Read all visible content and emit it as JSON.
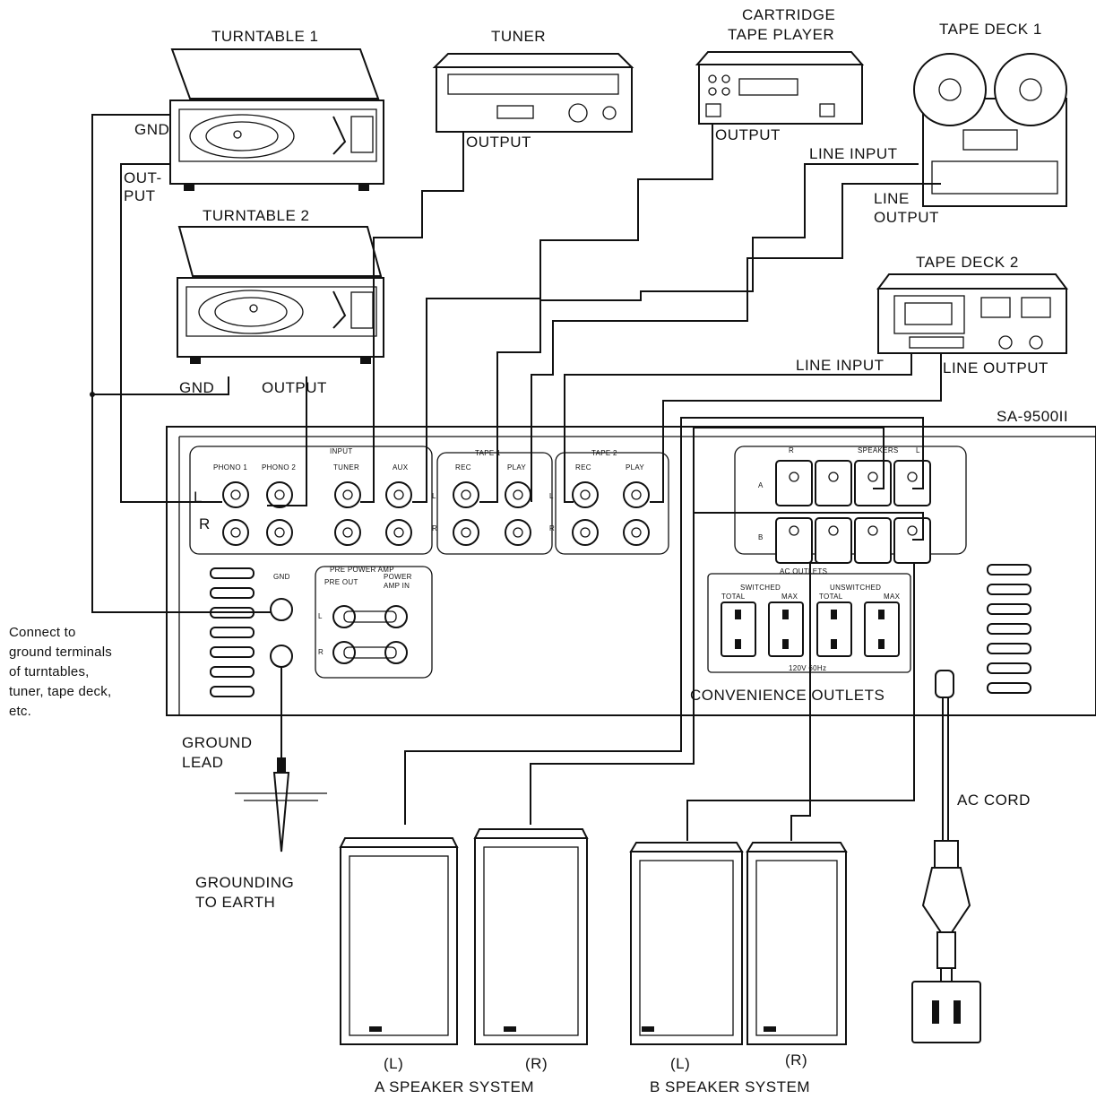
{
  "labels": {
    "turntable1": "TURNTABLE 1",
    "turntable2": "TURNTABLE 2",
    "tuner": "TUNER",
    "cartridge_line1": "CARTRIDGE",
    "cartridge_line2": "TAPE PLAYER",
    "tapedeck1": "TAPE DECK 1",
    "tapedeck2": "TAPE DECK 2",
    "gnd_tt1": "GND",
    "output_tt1_line1": "OUT-",
    "output_tt1_line2": "PUT",
    "gnd_tt2": "GND",
    "output_tt2": "OUTPUT",
    "output_tuner": "OUTPUT",
    "output_cartridge": "OUTPUT",
    "line_input_td1": "LINE INPUT",
    "line_output_td1_line1": "LINE",
    "line_output_td1_line2": "OUTPUT",
    "line_input_td2": "LINE INPUT",
    "line_output_td2": "LINE OUTPUT",
    "model": "SA-9500II",
    "convenience_outlets": "CONVENIENCE OUTLETS",
    "ground_lead_line1": "GROUND",
    "ground_lead_line2": "LEAD",
    "grounding_line1": "GROUNDING",
    "grounding_line2": "TO EARTH",
    "ac_cord": "AC CORD",
    "note_lines": [
      "Connect to",
      "ground terminals",
      "of turntables,",
      "tuner, tape deck,",
      "etc."
    ],
    "speaker_l_a": "(L)",
    "speaker_r_a": "(R)",
    "speaker_l_b": "(L)",
    "speaker_r_b": "(R)",
    "a_speaker_system": "A SPEAKER SYSTEM",
    "b_speaker_system": "B SPEAKER SYSTEM"
  },
  "panel": {
    "input": "INPUT",
    "phono1": "PHONO 1",
    "phono2": "PHONO 2",
    "tuner": "TUNER",
    "aux": "AUX",
    "tape1": "TAPE 1",
    "tape2": "TAPE 2",
    "rec": "REC",
    "play": "PLAY",
    "l": "L",
    "r": "R",
    "gnd": "GND",
    "pre_power_amp": "PRE  POWER AMP",
    "pre_out": "PRE OUT",
    "power_amp_in_line1": "POWER",
    "power_amp_in_line2": "AMP IN",
    "speakers": "SPEAKERS",
    "spk_r": "R",
    "spk_l": "L",
    "row_a": "A",
    "row_b": "B",
    "ac_outlets": "AC OUTLETS",
    "switched": "SWITCHED",
    "unswitched": "UNSWITCHED",
    "total": "TOTAL",
    "max": "MAX",
    "rating": "120V  60Hz"
  }
}
